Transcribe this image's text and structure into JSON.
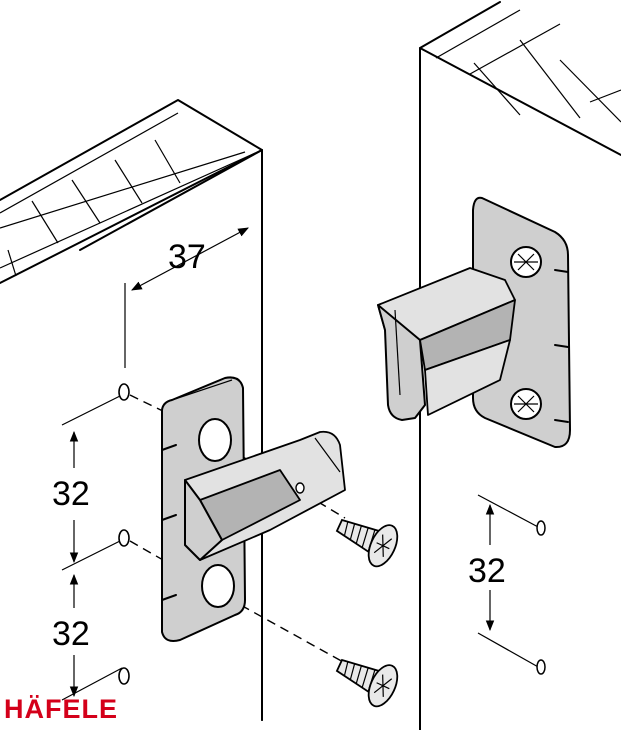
{
  "dimensions": {
    "horizontal_offset": "37",
    "left_spacing_upper": "32",
    "left_spacing_lower": "32",
    "right_spacing": "32"
  },
  "brand": {
    "name": "HÄFELE",
    "color": "#d4001a"
  },
  "colors": {
    "line": "#000000",
    "part_fill": "#cfcfcf",
    "panel_fill": "#ffffff"
  },
  "icons": [
    "screw",
    "mounting-hole",
    "connector-bracket",
    "receiver-bracket"
  ]
}
